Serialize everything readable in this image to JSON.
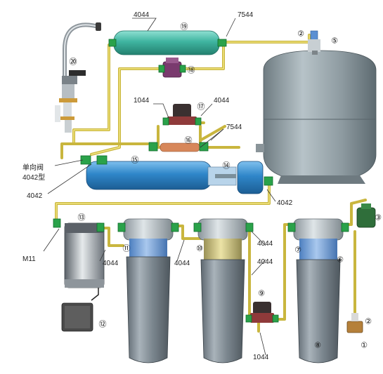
{
  "labels": {
    "pipe_4044_top": "4044",
    "pipe_7544_top": "7544",
    "pipe_1044_mid": "1044",
    "pipe_4044_mid": "4044",
    "pipe_7544_mid": "7544",
    "check_valve_cn": "单向阀",
    "check_valve_model": "4042型",
    "pipe_4042_left": "4042",
    "pipe_4042_right": "4042",
    "pump_m11": "M11",
    "pipe_4044_a": "4044",
    "pipe_4044_b": "4044",
    "pipe_4044_c": "4044",
    "pipe_4044_d": "4044",
    "pipe_1044_bottom": "1044"
  },
  "callouts": {
    "n1": "①",
    "n2": "②",
    "n3": "③",
    "n5": "⑤",
    "n6": "⑥",
    "n7": "⑦",
    "n8": "⑧",
    "n9": "⑨",
    "n10": "⑩",
    "n11": "⑪",
    "n12": "⑫",
    "n13": "⑬",
    "n14": "⑭",
    "n15": "⑮",
    "n16": "⑯",
    "n17": "⑰",
    "n18": "⑱",
    "n19": "⑲",
    "n20": "⑳",
    "n2_tank": "②"
  },
  "colors": {
    "tube": "#c9b63e",
    "fitting": "#2aa24a",
    "tank": "#8a979c",
    "membrane": "#2f86c9",
    "housing_body": "#7d8890",
    "housing_cap": "#b9c2c8",
    "cartridge_blue": "#6f9fd6",
    "cartridge_yellow": "#d8cf86",
    "postcarbon": "#46bca8",
    "valve_purple": "#7a3a6e",
    "solenoid_red": "#8f3a3a"
  }
}
